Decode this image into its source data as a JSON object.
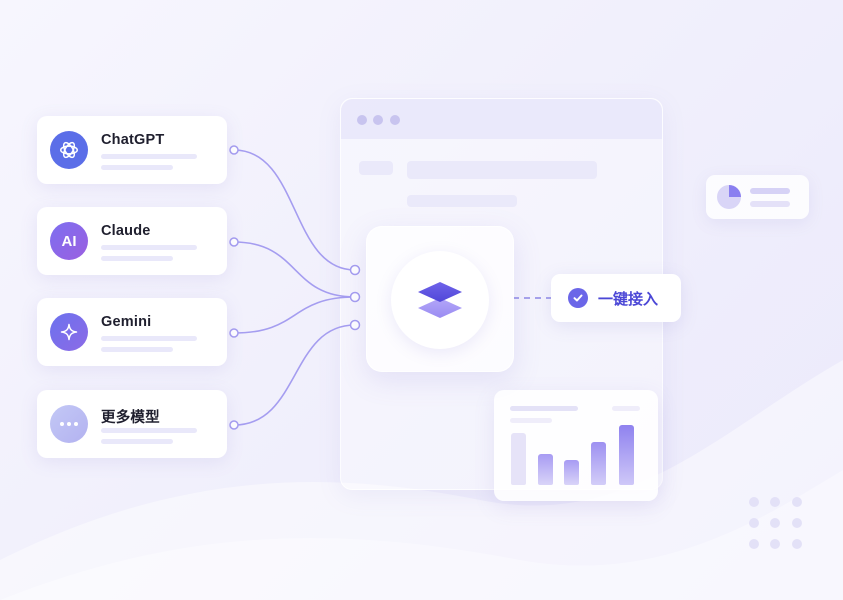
{
  "models": [
    {
      "name": "ChatGPT",
      "icon": "openai-icon",
      "color": "#5b6ee8"
    },
    {
      "name": "Claude",
      "icon_text": "AI",
      "icon": "ai-text-icon",
      "color": "#8a63e0"
    },
    {
      "name": "Gemini",
      "icon": "sparkle-icon",
      "color": "#7a6ee6"
    },
    {
      "name": "更多模型",
      "icon": "more-dots-icon",
      "color": "#b9b8f2"
    }
  ],
  "hub": {
    "icon": "layers-stack-icon"
  },
  "connect": {
    "label": "一键接入",
    "icon": "check-circle-icon",
    "accent": "#5a55e0"
  },
  "colors": {
    "wire": "#a49cf0",
    "bar": "#9b8ff0",
    "bar_faded": "#dcd8f7"
  }
}
